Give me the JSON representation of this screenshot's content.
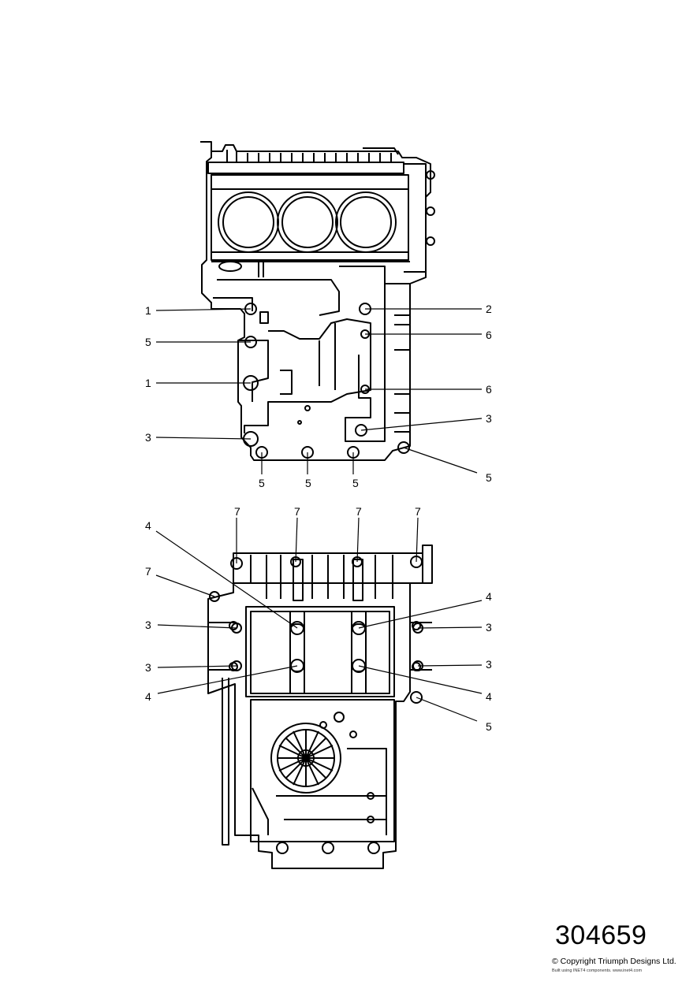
{
  "diagram": {
    "upper_view": {
      "callouts_left": [
        "1",
        "5",
        "1",
        "3"
      ],
      "callouts_right": [
        "2",
        "6",
        "6",
        "3",
        "5"
      ],
      "callouts_bottom": [
        "5",
        "5",
        "5"
      ]
    },
    "lower_view": {
      "callouts_top": [
        "7",
        "7",
        "7",
        "7"
      ],
      "callouts_left": [
        "4",
        "7",
        "3",
        "3",
        "4"
      ],
      "callouts_right": [
        "4",
        "3",
        "3",
        "4",
        "5"
      ]
    }
  },
  "footer": {
    "reference_number": "304659",
    "copyright": "© Copyright Triumph Designs Ltd.",
    "credit": "Built using INET4 components. www.inet4.com"
  }
}
